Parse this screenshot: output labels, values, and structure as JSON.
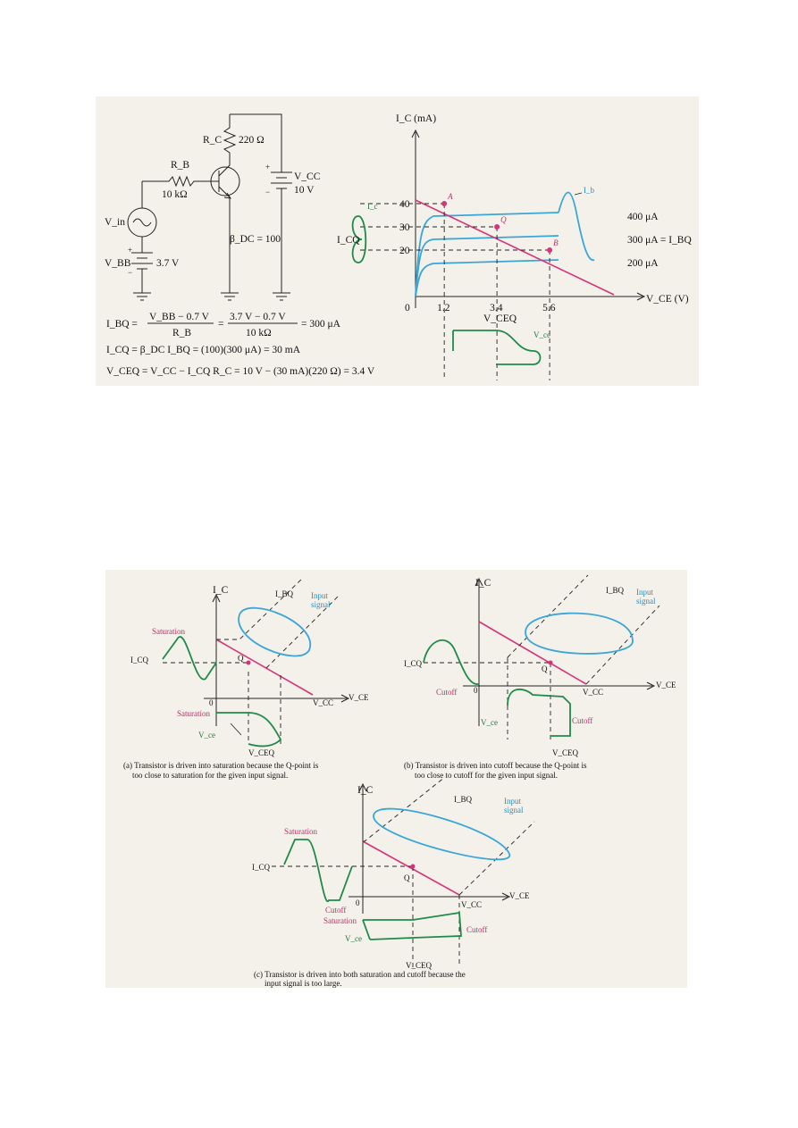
{
  "top": {
    "circuit": {
      "rc": "R_C",
      "rc_value": "220 Ω",
      "rb": "R_B",
      "rb_value": "10 kΩ",
      "vcc": "V_CC",
      "vcc_value": "10 V",
      "vin": "V_in",
      "vbb": "V_BB",
      "vbb_value": "3.7 V",
      "beta": "β_DC = 100",
      "plus": "+",
      "minus": "−"
    },
    "equations": {
      "ibq_lhs": "I_BQ =",
      "ibq_num1": "V_BB − 0.7 V",
      "ibq_den1": "R_B",
      "ibq_num2": "3.7 V − 0.7 V",
      "ibq_den2": "10 kΩ",
      "ibq_result": "= 300 μA",
      "icq": "I_CQ = β_DC I_BQ = (100)(300 μA) = 30 mA",
      "vceq": "V_CEQ = V_CC − I_CQ R_C = 10 V − (30 mA)(220 Ω) = 3.4 V"
    },
    "graph": {
      "y_axis_label": "I_C (mA)",
      "x_axis_label": "V_CE (V)",
      "origin": "0",
      "y_ticks": [
        "40",
        "30",
        "20"
      ],
      "x_ticks": [
        "1.2",
        "3.4",
        "5.6"
      ],
      "x_tick_values": [
        1.2,
        3.4,
        5.6
      ],
      "y_tick_values": [
        40,
        30,
        20
      ],
      "vceq_label": "V_CEQ",
      "icq_label": "I_CQ",
      "ic_label": "I_c",
      "ib_label": "I_b",
      "vce_label": "V_ce",
      "point_a": "A",
      "point_q": "Q",
      "point_b": "B",
      "curve_labels": [
        "400 μA",
        "300 μA = I_BQ",
        "200 μA"
      ]
    }
  },
  "bottom": {
    "a": {
      "ic": "I_C",
      "ibq": "I_BQ",
      "input_signal": "Input\nsignal",
      "saturation1": "Saturation",
      "saturation2": "Saturation",
      "icq": "I_CQ",
      "q": "Q",
      "origin": "0",
      "vce": "V_CE",
      "vcc": "V_CC",
      "vceq": "V_CEQ",
      "vce_small": "V_ce",
      "caption1": "(a) Transistor is driven into saturation because the Q-point is",
      "caption2": "too close to saturation for the given input signal."
    },
    "b": {
      "ic": "I_C",
      "ibq": "I_BQ",
      "input_signal": "Input\nsignal",
      "icq": "I_CQ",
      "q": "Q",
      "origin": "0",
      "cutoff1": "Cutoff",
      "cutoff2": "Cutoff",
      "vcc": "V_CC",
      "vce": "V_CE",
      "vceq": "V_CEQ",
      "vce_small": "V_ce",
      "caption1": "(b) Transistor is driven into cutoff because the Q-point is",
      "caption2": "too close to cutoff for the given input signal."
    },
    "c": {
      "ic": "I_C",
      "ibq": "I_BQ",
      "input_signal": "Input\nsignal",
      "saturation1": "Saturation",
      "saturation2": "Saturation",
      "icq": "I_CQ",
      "q": "Q",
      "origin": "0",
      "cutoff1": "Cutoff",
      "cutoff2": "Cutoff",
      "vcc": "V_CC",
      "vce": "V_CE",
      "vceq": "V_CEQ",
      "vce_small": "V_ce",
      "caption1": "(c) Transistor is driven into both saturation and cutoff because the",
      "caption2": "input signal is too large."
    }
  },
  "colors": {
    "load_line": "#d6347a",
    "collector_curves": "#3aa6d8",
    "output_waves": "#1f8a4a",
    "panel_bg": "#f4f1ea"
  }
}
